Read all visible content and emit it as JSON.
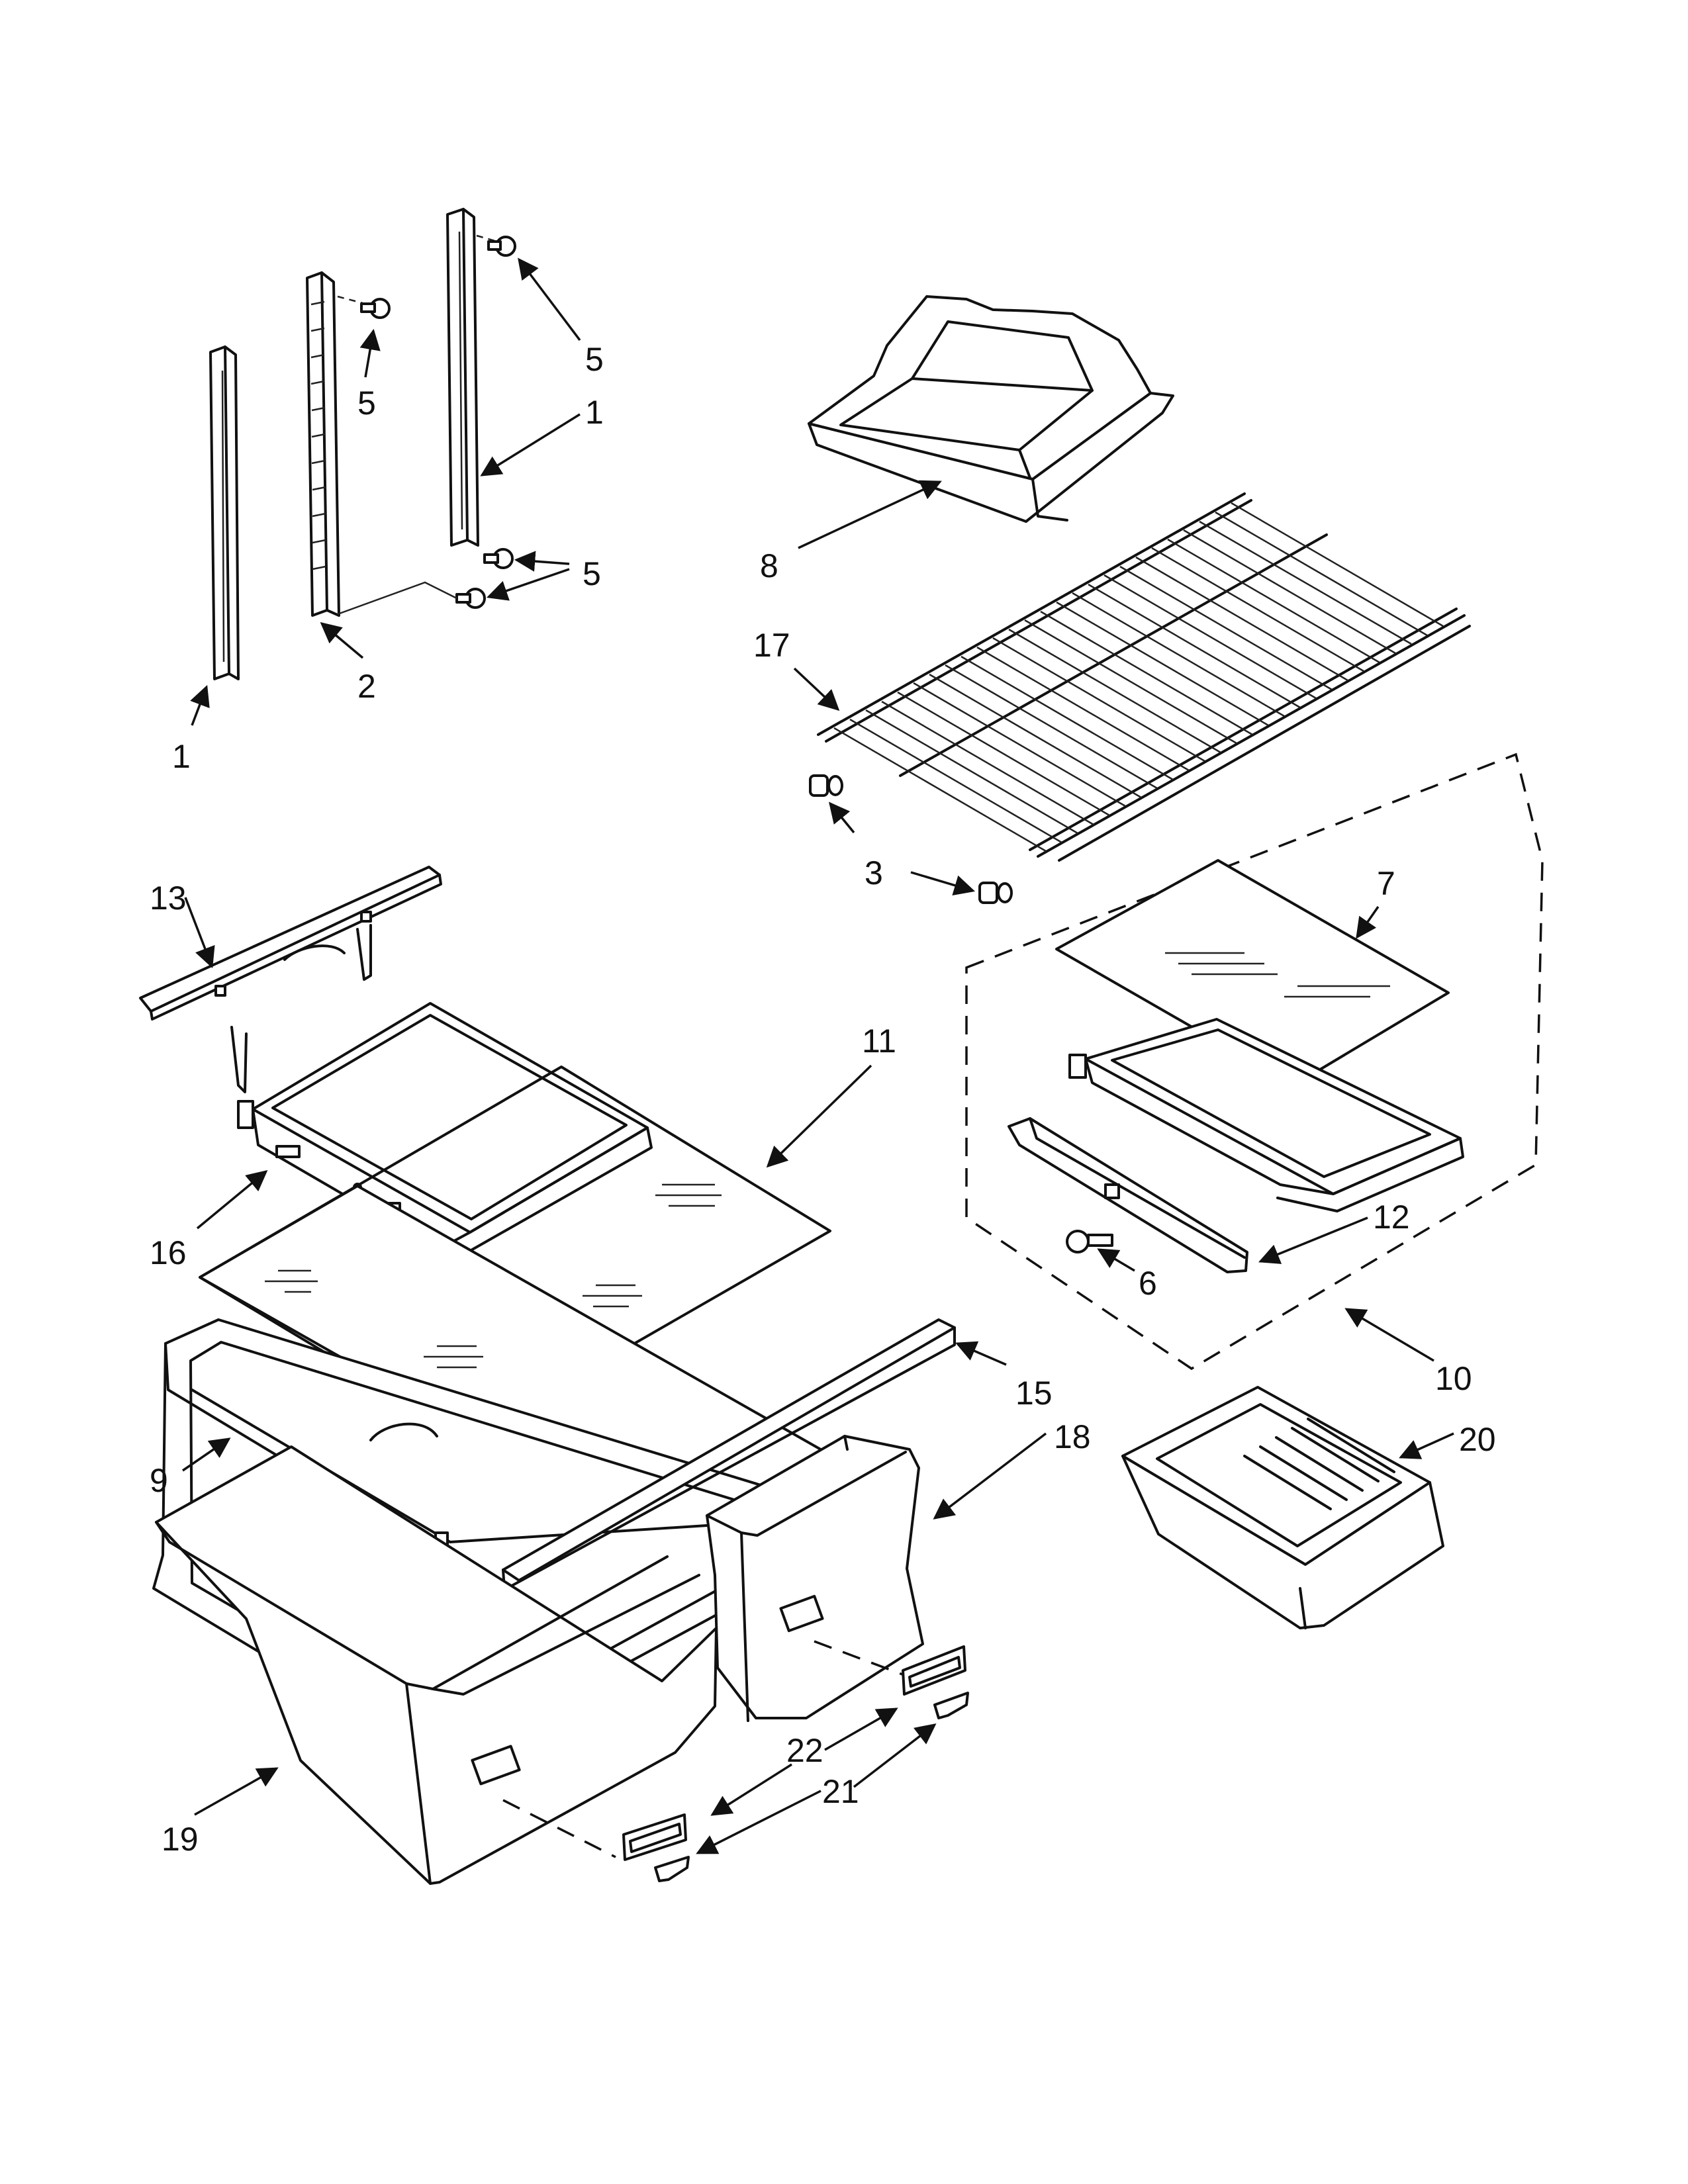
{
  "callouts": {
    "c1": "1",
    "c2": "2",
    "c3": "3",
    "c5": "5",
    "c6": "6",
    "c7": "7",
    "c8": "8",
    "c9": "9",
    "c10": "10",
    "c11": "11",
    "c12": "12",
    "c13": "13",
    "c15": "15",
    "c16": "16",
    "c17": "17",
    "c18": "18",
    "c19": "19",
    "c20": "20",
    "c21": "21",
    "c22": "22"
  },
  "colors": {
    "ink": "#111111",
    "paper": "#ffffff"
  },
  "icons": {
    "arrowhead": "arrowhead-icon"
  }
}
